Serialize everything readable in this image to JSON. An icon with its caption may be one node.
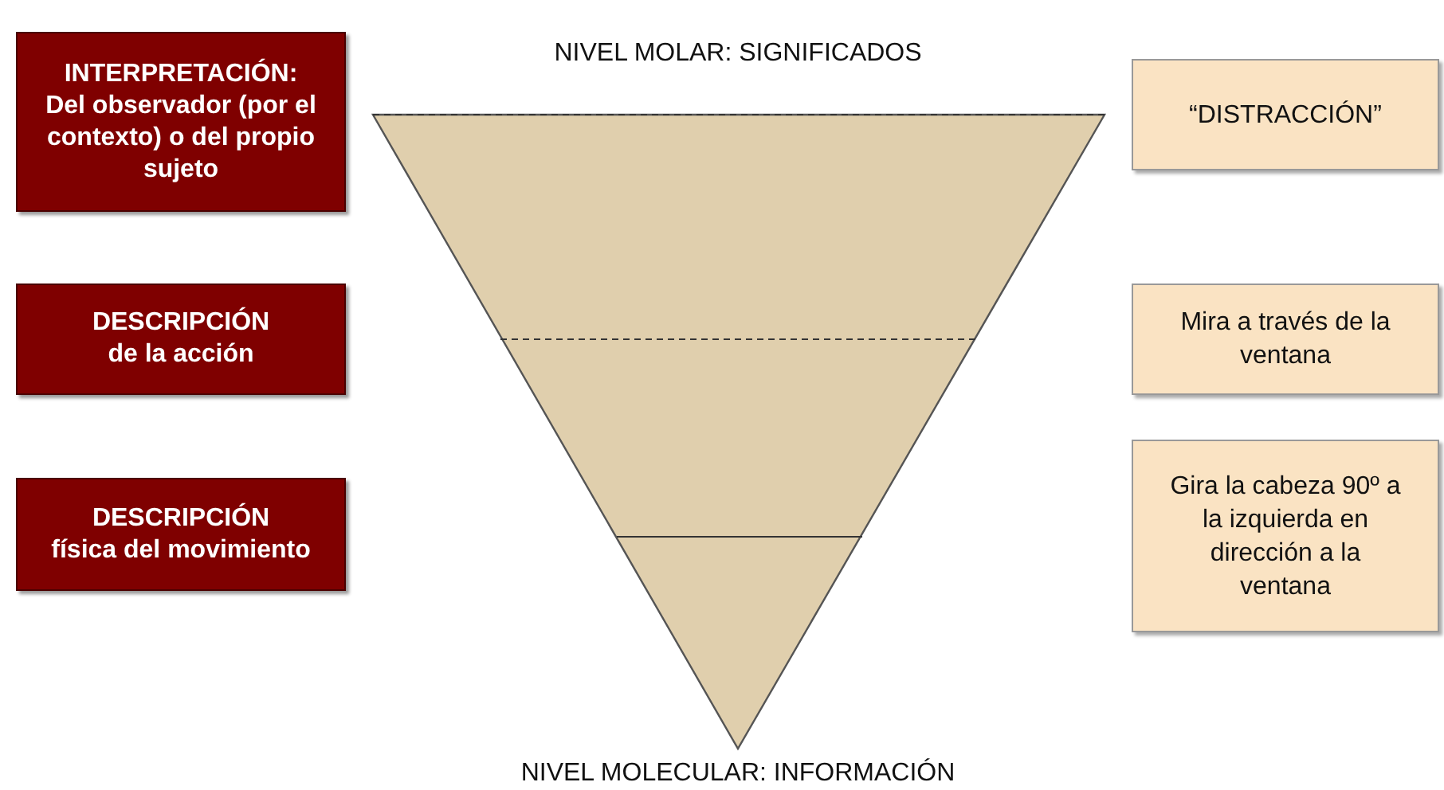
{
  "diagram": {
    "nodes": [
      {
        "text": [
          "INTERPRETACIÓN:",
          "Del observador (por el contexto) o del propio sujeto"
        ]
      },
      {
        "text": [
          "DESCRIPCIÓN",
          "de la acción"
        ]
      },
      {
        "text": [
          "DESCRIPCIÓN",
          "física del movimiento"
        ]
      },
      {
        "text": [
          "“DISTRACCIÓN”"
        ]
      },
      {
        "text": [
          "Mira a través de la ventana"
        ]
      },
      {
        "text": [
          "Gira la cabeza 90º a la izquierda en dirección a la ventana"
        ]
      }
    ],
    "edges": [],
    "labels": [
      "NIVEL MOLAR: SIGNIFICADOS",
      "NIVEL MOLECULAR: INFORMACIÓN"
    ]
  }
}
